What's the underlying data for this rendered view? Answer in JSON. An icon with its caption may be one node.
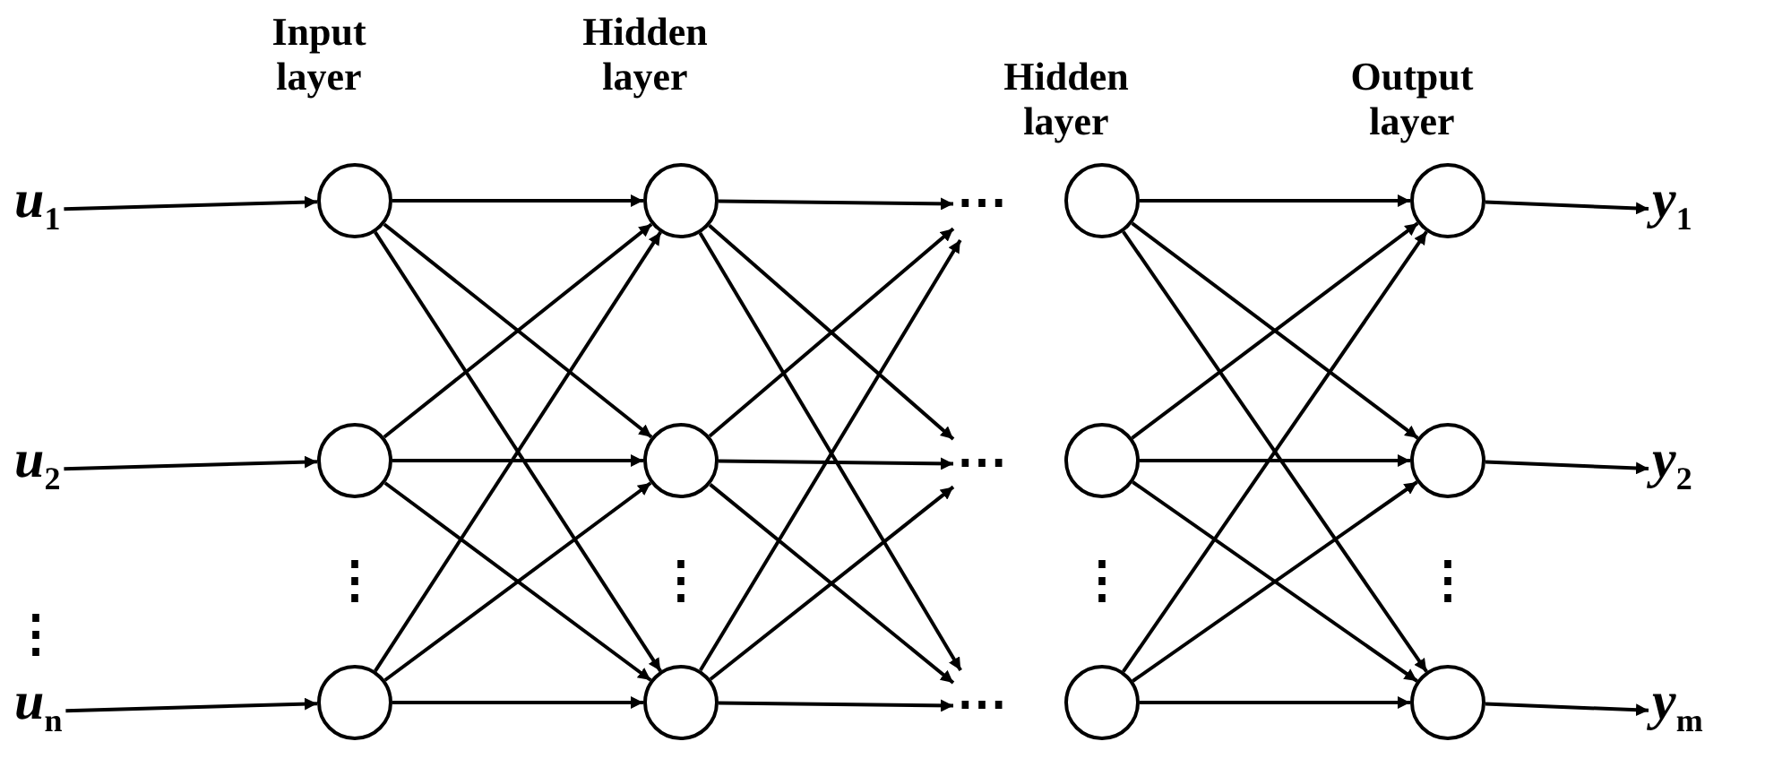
{
  "diagram": {
    "nodes": [
      {
        "text": [
          "u$_{1}$"
        ]
      },
      {
        "text": [
          "u$_{2}$"
        ]
      },
      {
        "text": [
          "u$_{n}$"
        ]
      },
      {
        "text": [],
        "shape": "circle"
      },
      {
        "text": [],
        "shape": "circle"
      },
      {
        "text": [],
        "shape": "circle"
      },
      {
        "text": [],
        "shape": "circle"
      },
      {
        "text": [],
        "shape": "circle"
      },
      {
        "text": [],
        "shape": "circle"
      },
      {
        "text": [],
        "shape": "circle"
      },
      {
        "text": [],
        "shape": "circle"
      },
      {
        "text": [],
        "shape": "circle"
      },
      {
        "text": [],
        "shape": "circle"
      },
      {
        "text": [],
        "shape": "circle"
      },
      {
        "text": [],
        "shape": "circle"
      },
      {
        "text": [
          "y$_{1}$"
        ]
      },
      {
        "text": [
          "y$_{2}$"
        ]
      },
      {
        "text": [
          "y$_{m}$"
        ]
      },
      {
        "text": [
          "⋯"
        ]
      },
      {
        "text": [
          "⋯"
        ]
      },
      {
        "text": [
          "⋯"
        ]
      }
    ],
    "edges": [
      {
        "from": 0,
        "to": 3,
        "arrow": "to"
      },
      {
        "from": 1,
        "to": 4,
        "arrow": "to"
      },
      {
        "from": 2,
        "to": 5,
        "arrow": "to"
      },
      {
        "from": 3,
        "to": 6,
        "arrow": "to"
      },
      {
        "from": 3,
        "to": 7,
        "arrow": "to"
      },
      {
        "from": 3,
        "to": 8,
        "arrow": "to"
      },
      {
        "from": 4,
        "to": 6,
        "arrow": "to"
      },
      {
        "from": 4,
        "to": 7,
        "arrow": "to"
      },
      {
        "from": 4,
        "to": 8,
        "arrow": "to"
      },
      {
        "from": 5,
        "to": 6,
        "arrow": "to"
      },
      {
        "from": 5,
        "to": 7,
        "arrow": "to"
      },
      {
        "from": 5,
        "to": 8,
        "arrow": "to"
      },
      {
        "from": 6,
        "to": 18,
        "arrow": "to"
      },
      {
        "from": 6,
        "to": 19,
        "arrow": "to"
      },
      {
        "from": 6,
        "to": 20,
        "arrow": "to"
      },
      {
        "from": 7,
        "to": 18,
        "arrow": "to"
      },
      {
        "from": 7,
        "to": 19,
        "arrow": "to"
      },
      {
        "from": 7,
        "to": 20,
        "arrow": "to"
      },
      {
        "from": 8,
        "to": 18,
        "arrow": "to"
      },
      {
        "from": 8,
        "to": 19,
        "arrow": "to"
      },
      {
        "from": 8,
        "to": 20,
        "arrow": "to"
      },
      {
        "from": 9,
        "to": 12,
        "arrow": "to"
      },
      {
        "from": 9,
        "to": 13,
        "arrow": "to"
      },
      {
        "from": 9,
        "to": 14,
        "arrow": "to"
      },
      {
        "from": 10,
        "to": 12,
        "arrow": "to"
      },
      {
        "from": 10,
        "to": 13,
        "arrow": "to"
      },
      {
        "from": 10,
        "to": 14,
        "arrow": "to"
      },
      {
        "from": 11,
        "to": 12,
        "arrow": "to"
      },
      {
        "from": 11,
        "to": 13,
        "arrow": "to"
      },
      {
        "from": 11,
        "to": 14,
        "arrow": "to"
      },
      {
        "from": 12,
        "to": 15,
        "arrow": "to"
      },
      {
        "from": 13,
        "to": 16,
        "arrow": "to"
      },
      {
        "from": 14,
        "to": 17,
        "arrow": "to"
      }
    ],
    "labels": [
      "Input layer",
      "Hidden layer",
      "Hidden layer",
      "Output layer",
      "⋮",
      "⋮",
      "⋮",
      "⋮",
      "⋮"
    ]
  }
}
